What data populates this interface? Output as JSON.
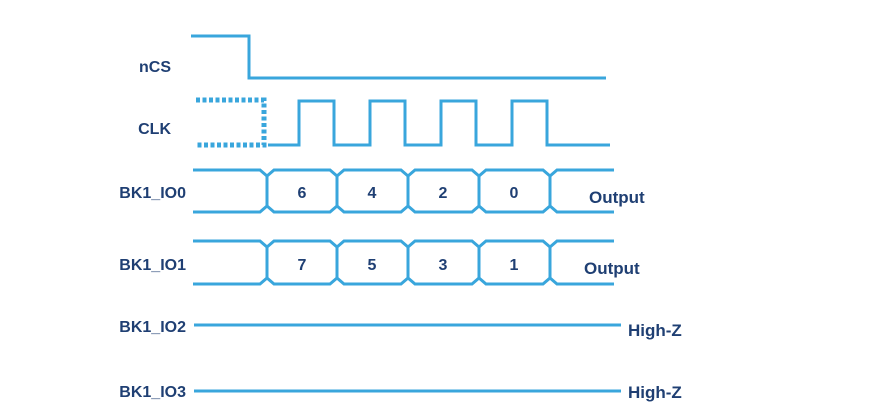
{
  "signals": {
    "ncs": {
      "label": "nCS"
    },
    "clk": {
      "label": "CLK"
    },
    "io0": {
      "label": "BK1_IO0",
      "nibbles": [
        "6",
        "4",
        "2",
        "0"
      ],
      "state": "Output"
    },
    "io1": {
      "label": "BK1_IO1",
      "nibbles": [
        "7",
        "5",
        "3",
        "1"
      ],
      "state": "Output"
    },
    "io2": {
      "label": "BK1_IO2",
      "state": "High-Z"
    },
    "io3": {
      "label": "BK1_IO3",
      "state": "High-Z"
    }
  },
  "colors": {
    "waveform": "#39a6dc",
    "text": "#1f3f73",
    "background": "#ffffff"
  }
}
